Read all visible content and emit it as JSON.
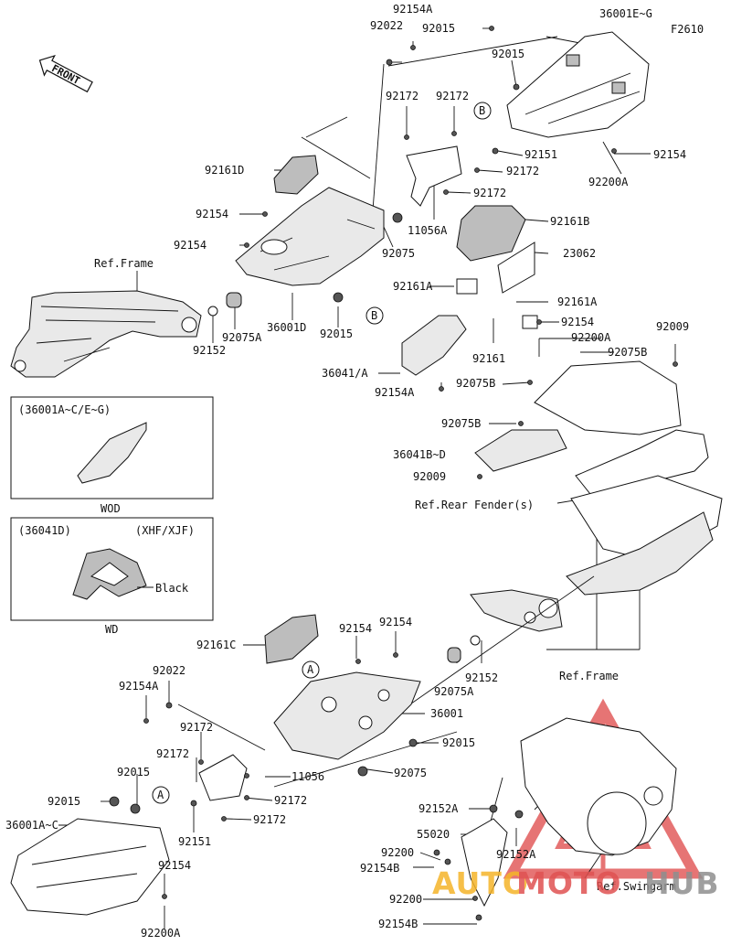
{
  "figure_code": "F2610",
  "front_label": "FRONT",
  "watermark": {
    "text_a": "AUTO",
    "text_b": "MOTO",
    "text_c": "HUB",
    "color_a": "#f5b52a",
    "color_b": "#e05252",
    "color_c": "#8f8f8f"
  },
  "insets": {
    "wod": {
      "title": "(36001A~C/E~G)",
      "caption": "WOD"
    },
    "wd": {
      "title": "(36041D)",
      "variant": "(XHF/XJF)",
      "color_note": "Black",
      "caption": "WD"
    }
  },
  "callouts": {
    "a": "A",
    "b": "B"
  },
  "labels": {
    "p92154A_top": "92154A",
    "p92022_top": "92022",
    "p92015_top": "92015",
    "p36001EG": "36001E~G",
    "p92015_r": "92015",
    "p92172_a": "92172",
    "p92172_b": "92172",
    "p92151_top": "92151",
    "p92154_tr": "92154",
    "p92172_c": "92172",
    "p92200A_tr": "92200A",
    "p92172_d": "92172",
    "p92161D": "92161D",
    "p92154_l1": "92154",
    "p11056A": "11056A",
    "p92161B": "92161B",
    "p92154_l2": "92154",
    "p92075": "92075",
    "p23062": "23062",
    "ref_frame_top": "Ref.Frame",
    "p92161A_l": "92161A",
    "p92161A_r": "92161A",
    "p36001D": "36001D",
    "p92015_mid": "92015",
    "p92154_mid": "92154",
    "p92075A_top": "92075A",
    "p92009_top": "92009",
    "p92152_top": "92152",
    "p92200A_mid": "92200A",
    "p92161": "92161",
    "p92075B_r": "92075B",
    "p36041A": "36041/A",
    "p92075B_l": "92075B",
    "p92154A_mid": "92154A",
    "p92075B_l2": "92075B",
    "p36041BD": "36041B~D",
    "p92009_mid": "92009",
    "ref_rear_fender": "Ref.Rear Fender(s)",
    "p92161C": "92161C",
    "p92154_b1": "92154",
    "p92154_b2": "92154",
    "p92022_low": "92022",
    "p92154A_low": "92154A",
    "p92075A_low": "92075A",
    "p92152_low": "92152",
    "ref_frame_low": "Ref.Frame",
    "p36001": "36001",
    "p92172_e": "92172",
    "p92015_low": "92015",
    "p92172_f": "92172",
    "p92075_low": "92075",
    "p11056": "11056",
    "p92015_ll": "92015",
    "p92015_lll": "92015",
    "p92172_g": "92172",
    "p92152A_a": "92152A",
    "p36001AC": "36001A~C",
    "p92151_low": "92151",
    "p92172_h": "92172",
    "p55020": "55020",
    "p92152A_b": "92152A",
    "p92200_a": "92200",
    "p92154_ll": "92154",
    "p92154B_a": "92154B",
    "ref_swingarm": "Ref.Swingarm",
    "p92200_b": "92200",
    "p92200A_low": "92200A",
    "p92154B_b": "92154B"
  }
}
